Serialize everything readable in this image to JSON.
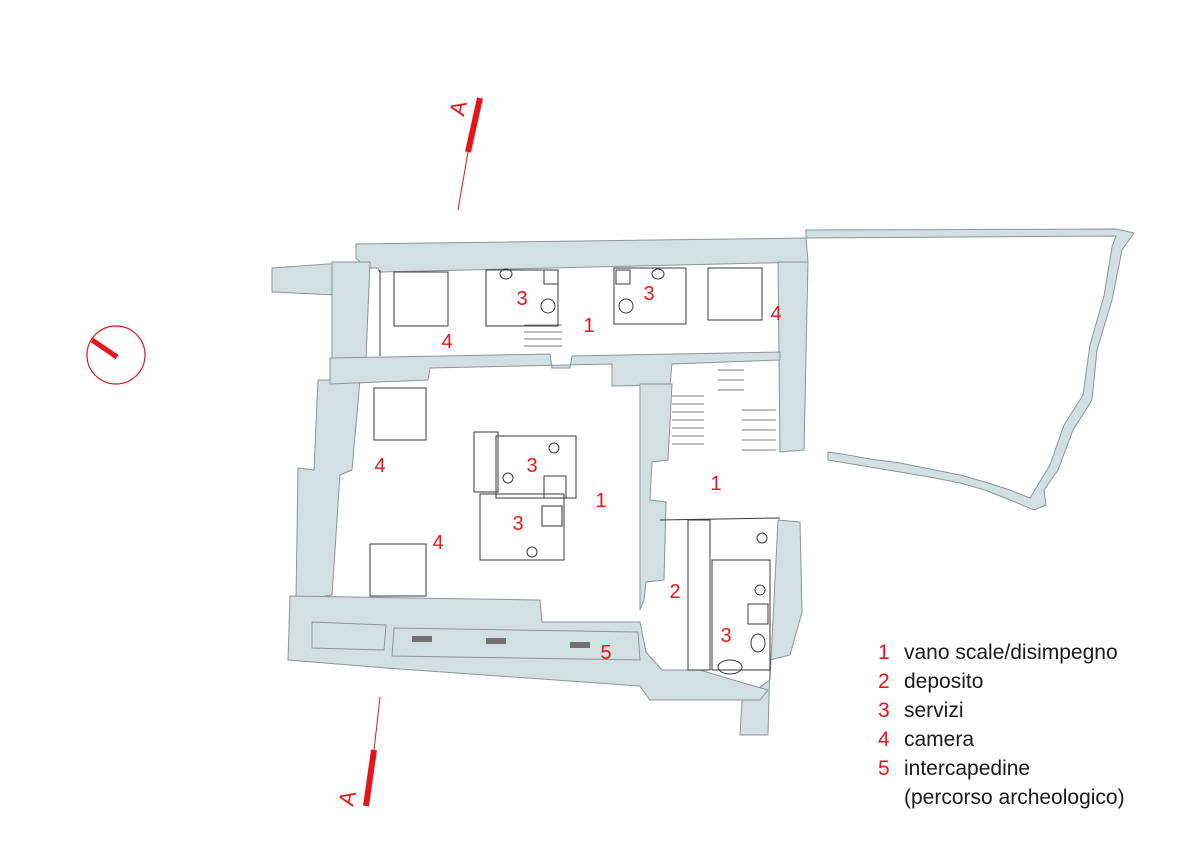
{
  "section_marker": "A",
  "rooms": [
    {
      "num": "1"
    },
    {
      "num": "1"
    },
    {
      "num": "1"
    },
    {
      "num": "2"
    },
    {
      "num": "3"
    },
    {
      "num": "3"
    },
    {
      "num": "3"
    },
    {
      "num": "3"
    },
    {
      "num": "3"
    },
    {
      "num": "4"
    },
    {
      "num": "4"
    },
    {
      "num": "4"
    },
    {
      "num": "4"
    },
    {
      "num": "5"
    }
  ],
  "legend": [
    {
      "num": "1",
      "label": "vano scale/disimpegno"
    },
    {
      "num": "2",
      "label": "deposito"
    },
    {
      "num": "3",
      "label": "servizi"
    },
    {
      "num": "4",
      "label": "camera"
    },
    {
      "num": "5",
      "label": "intercapedine",
      "label2": "(percorso archeologico)"
    }
  ],
  "colors": {
    "accent": "#e8141b",
    "wall": "#d3e0e2"
  }
}
